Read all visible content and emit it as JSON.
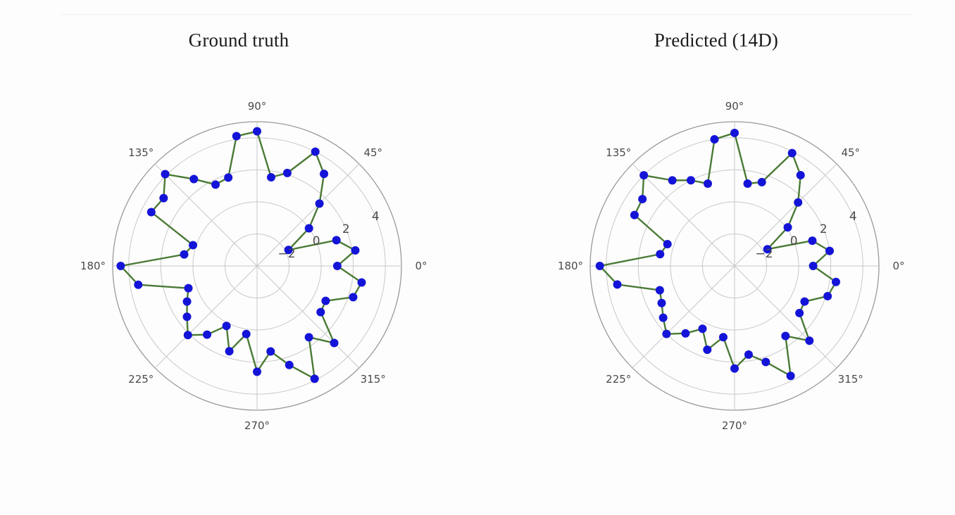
{
  "figure": {
    "background_color": "#fdfdfd",
    "line_color": "#4a7a35",
    "marker_color": "#1414d8",
    "grid_color": "#c8c8c8",
    "axis_label_color": "#4a4a4a"
  },
  "panels": [
    {
      "title": "Ground truth"
    },
    {
      "title": "Predicted (14D)"
    }
  ],
  "angular_ticks": [
    "0°",
    "45°",
    "90°",
    "135°",
    "180°",
    "225°",
    "270°",
    "315°"
  ],
  "radial_ticks": [
    "−2",
    "0",
    "2",
    "4"
  ],
  "chart_data": [
    {
      "type": "line",
      "projection": "polar",
      "title": "Ground truth",
      "xlabel": "",
      "ylabel": "",
      "grid": true,
      "legend": null,
      "theta_unit": "degrees",
      "theta_tick_labels": [
        "0°",
        "45°",
        "90°",
        "135°",
        "180°",
        "225°",
        "270°",
        "315°"
      ],
      "theta_ticks": [
        0,
        45,
        90,
        135,
        180,
        225,
        270,
        315
      ],
      "r_tick_labels": [
        "−2",
        "0",
        "2",
        "4"
      ],
      "r_ticks": [
        -2,
        0,
        2,
        4
      ],
      "rlim": [
        -4,
        5
      ],
      "theta": [
        0,
        9,
        18,
        27,
        36,
        45,
        54,
        63,
        72,
        81,
        90,
        99,
        108,
        117,
        126,
        135,
        144,
        153,
        162,
        171,
        180,
        189,
        198,
        207,
        216,
        225,
        234,
        243,
        252,
        261,
        270,
        279,
        288,
        297,
        306,
        315,
        324,
        333,
        342,
        351
      ],
      "r": [
        1.0,
        2.2,
        1.2,
        -1.8,
        0.0,
        1.5,
        3.1,
        4.0,
        2.1,
        1.6,
        4.4,
        4.2,
        1.8,
        1.7,
        2.7,
        4.1,
        3.2,
        3.4,
        0.2,
        0.6,
        4.5,
        3.5,
        0.5,
        0.9,
        1.4,
        2.1,
        1.3,
        0.2,
        1.6,
        0.3,
        2.6,
        1.4,
        2.5,
        3.9,
        1.5,
        2.8,
        0.9,
        0.8,
        2.3,
        2.6
      ]
    },
    {
      "type": "line",
      "projection": "polar",
      "title": "Predicted (14D)",
      "xlabel": "",
      "ylabel": "",
      "grid": true,
      "legend": null,
      "theta_unit": "degrees",
      "theta_tick_labels": [
        "0°",
        "45°",
        "90°",
        "135°",
        "180°",
        "225°",
        "270°",
        "315°"
      ],
      "theta_ticks": [
        0,
        45,
        90,
        135,
        180,
        225,
        270,
        315
      ],
      "r_tick_labels": [
        "−2",
        "0",
        "2",
        "4"
      ],
      "r_ticks": [
        -2,
        0,
        2,
        4
      ],
      "rlim": [
        -4,
        5
      ],
      "theta": [
        0,
        9,
        18,
        27,
        36,
        45,
        54,
        63,
        72,
        81,
        90,
        99,
        108,
        117,
        126,
        135,
        144,
        153,
        162,
        171,
        180,
        189,
        198,
        207,
        216,
        225,
        234,
        243,
        252,
        261,
        270,
        279,
        288,
        297,
        306,
        315,
        324,
        333,
        342,
        351
      ],
      "r": [
        0.9,
        2.0,
        1.1,
        -1.7,
        0.1,
        1.6,
        3.0,
        3.9,
        1.5,
        1.2,
        4.3,
        4.0,
        1.4,
        2.0,
        2.6,
        4.0,
        3.1,
        3.0,
        0.4,
        0.7,
        4.4,
        3.4,
        0.9,
        1.1,
        1.5,
        2.0,
        1.2,
        0.4,
        1.5,
        0.5,
        2.4,
        1.6,
        2.3,
        3.7,
        1.4,
        2.6,
        1.0,
        0.9,
        2.1,
        2.4
      ]
    }
  ]
}
